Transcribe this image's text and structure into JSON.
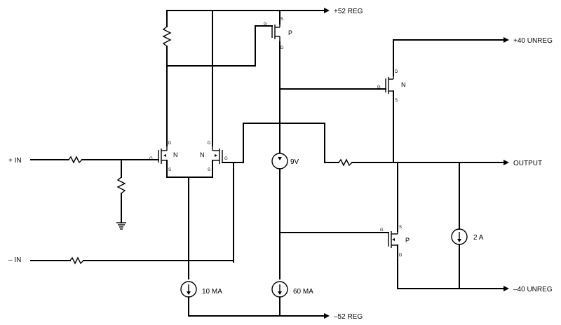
{
  "rails": {
    "pos52": "+52 REG",
    "neg52": "–52 REG",
    "pos40": "+40 UNREG",
    "neg40": "–40 UNREG",
    "output": "OUTPUT"
  },
  "inputs": {
    "plus": "+ IN",
    "minus": "– IN"
  },
  "sources": {
    "tail": "10 MA",
    "bias": "60 MA",
    "pulldown": "2 A",
    "zener": "9V"
  },
  "transistors": {
    "q1_type": "N",
    "q2_type": "N",
    "q3_type": "P",
    "q4_type": "N",
    "q5_type": "P",
    "pin_g": "G",
    "pin_d": "D",
    "pin_s": "S"
  }
}
